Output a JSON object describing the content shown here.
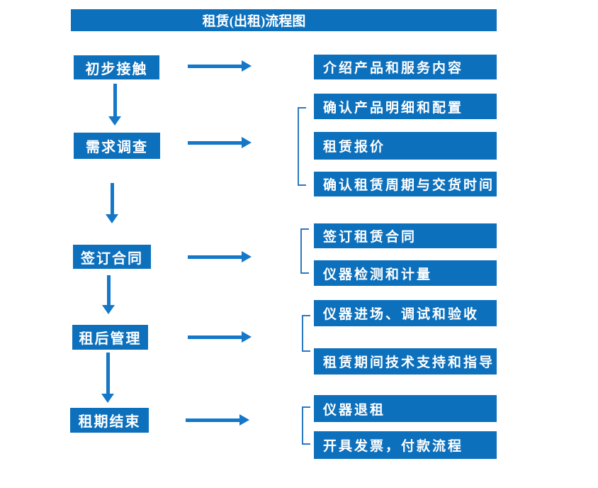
{
  "title": "租赁(出租)流程图",
  "colors": {
    "box_blue": "#0D70BC",
    "arrow_blue": "#1577C8",
    "bracket_blue": "#2B79C0",
    "text": "#FFFFFF",
    "background": "#FFFFFF"
  },
  "steps": [
    {
      "label": "初步接触",
      "items": [
        "介绍产品和服务内容"
      ]
    },
    {
      "label": "需求调查",
      "items": [
        "确认产品明细和配置",
        "租赁报价",
        "确认租赁周期与交货时间"
      ]
    },
    {
      "label": "签订合同",
      "items": [
        "签订租赁合同",
        "仪器检测和计量"
      ]
    },
    {
      "label": "租后管理",
      "items": [
        "仪器进场、调试和验收",
        "租赁期间技术支持和指导"
      ]
    },
    {
      "label": "租期结束",
      "items": [
        "仪器退租",
        "开具发票，付款流程"
      ]
    }
  ]
}
